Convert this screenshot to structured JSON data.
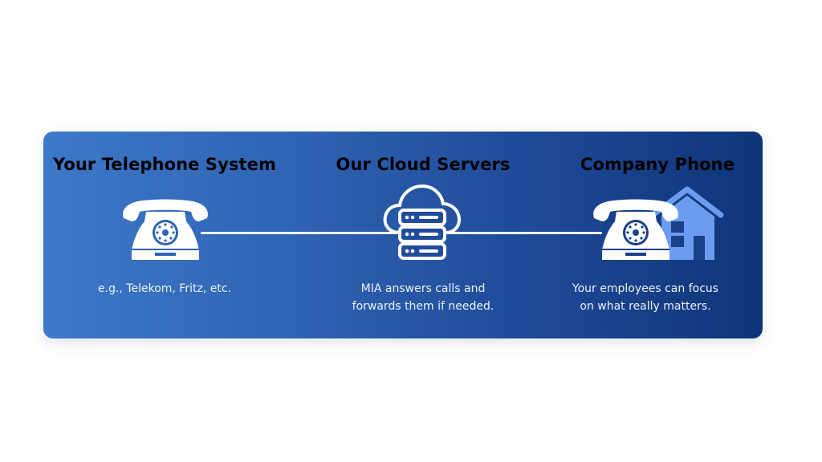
{
  "colors": {
    "gradient_start": "#3d78c9",
    "gradient_end": "#0f3478",
    "icon_white": "#ffffff",
    "house_blue": "#6c9cf0"
  },
  "columns": [
    {
      "title": "Your Telephone System",
      "icon": "telephone-icon",
      "description_lines": [
        "e.g., Telekom, Fritz, etc."
      ]
    },
    {
      "title": "Our Cloud Servers",
      "icon": "cloud-server-icon",
      "description_lines": [
        "MIA answers calls and",
        "forwards them if needed."
      ]
    },
    {
      "title": "Company Phone",
      "icon": "telephone-house-icon",
      "description_lines": [
        "Your employees can focus",
        "on what really matters."
      ]
    }
  ]
}
